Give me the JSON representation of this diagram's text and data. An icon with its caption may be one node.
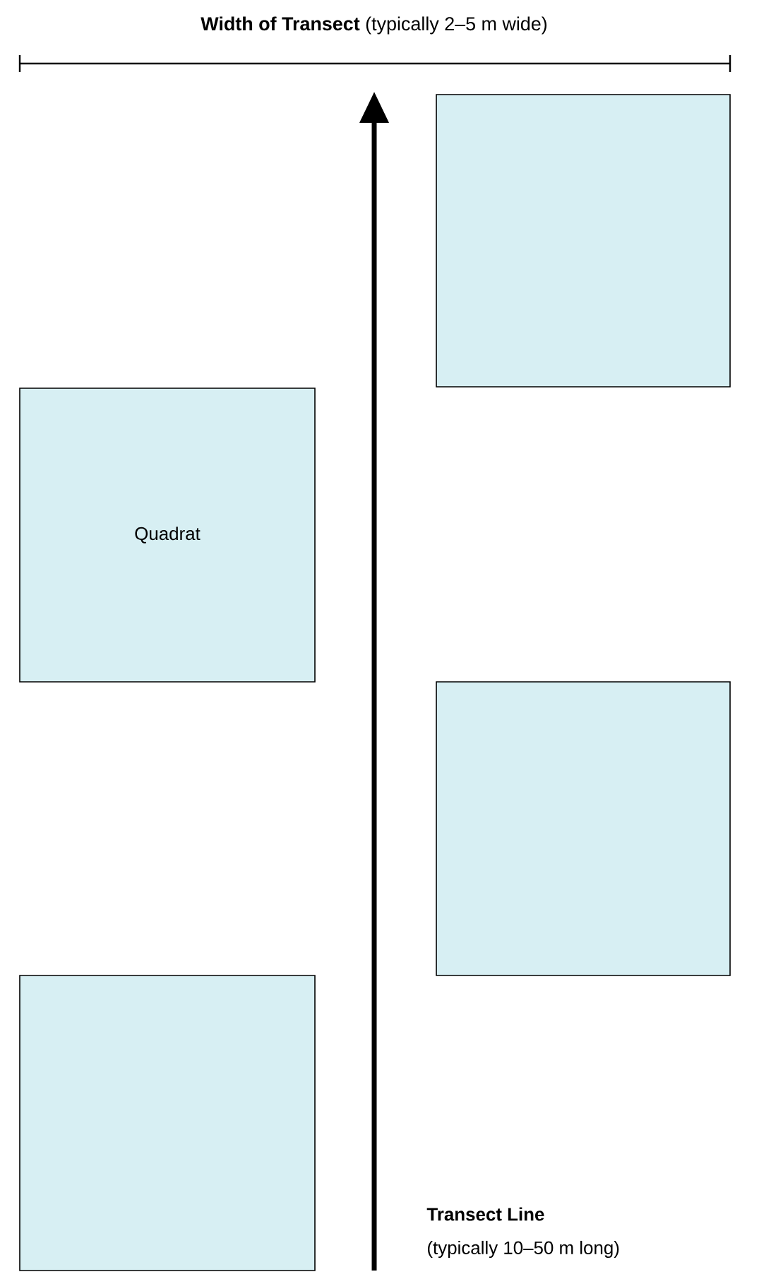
{
  "diagram": {
    "nodes": [
      {
        "text": [],
        "shape": "box"
      },
      {
        "text": [
          "Quadrat"
        ]
      },
      {
        "text": [],
        "shape": "box"
      },
      {
        "text": [],
        "shape": "box"
      }
    ],
    "labels": [
      "**Width of Transect** (typically 2–5 m wide)",
      "Transect Line",
      "(typically 10–50 m long)"
    ]
  }
}
